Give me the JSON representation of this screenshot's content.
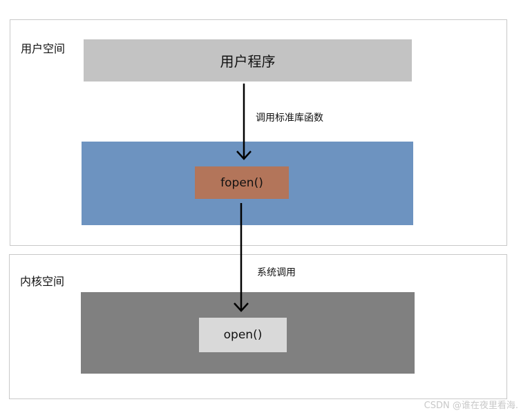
{
  "user_space": {
    "label": "用户空间",
    "program_box": "用户程序",
    "call_label": "调用标准库函数",
    "fopen_box": "fopen()"
  },
  "kernel_space": {
    "label": "内核空间",
    "syscall_label": "系统调用",
    "open_box": "open()"
  },
  "watermark": "CSDN @谁在夜里看海.",
  "colors": {
    "program_box": "#c3c3c3",
    "stdlib_layer": "#6d93c0",
    "fopen_box": "#b3755a",
    "kernel_layer": "#808080",
    "open_box": "#d9d9d9"
  }
}
